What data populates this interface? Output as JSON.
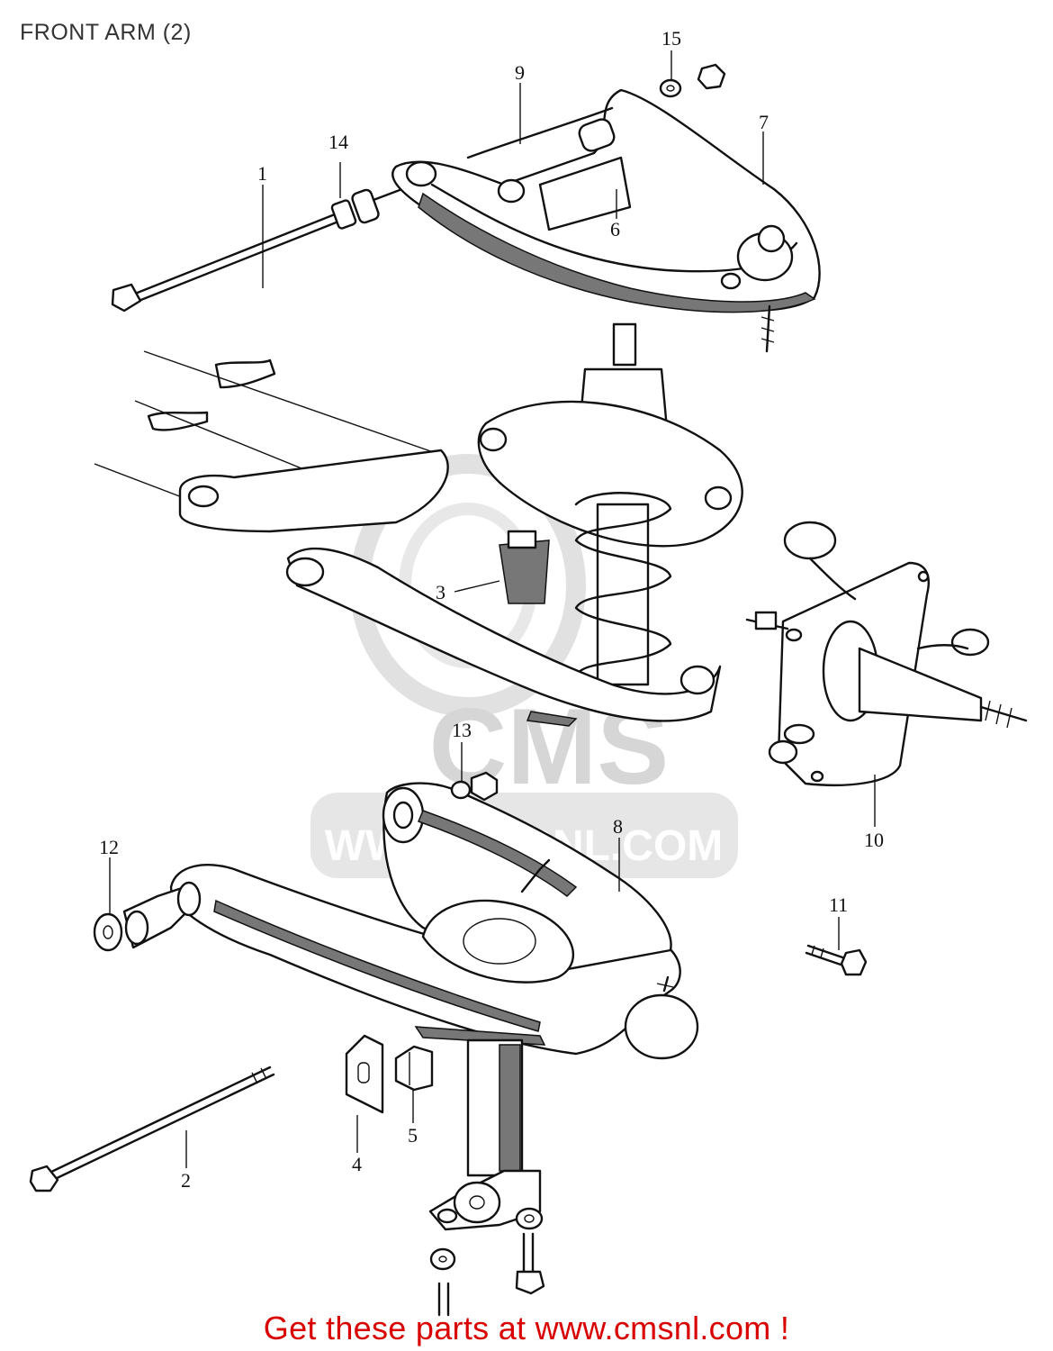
{
  "page": {
    "title": "FRONT ARM (2)"
  },
  "callouts": {
    "c1": "1",
    "c2": "2",
    "c3": "3",
    "c4": "4",
    "c5": "5",
    "c6": "6",
    "c7": "7",
    "c8": "8",
    "c9": "9",
    "c10": "10",
    "c11": "11",
    "c12": "12",
    "c13": "13",
    "c14": "14",
    "c15": "15"
  },
  "watermark": {
    "brand": "CMS",
    "site": "WWW.CMSNL.COM",
    "color": "#d0d0d0"
  },
  "footer": {
    "cta": "Get these parts at www.cmsnl.com !",
    "cta_color": "#d80000"
  }
}
